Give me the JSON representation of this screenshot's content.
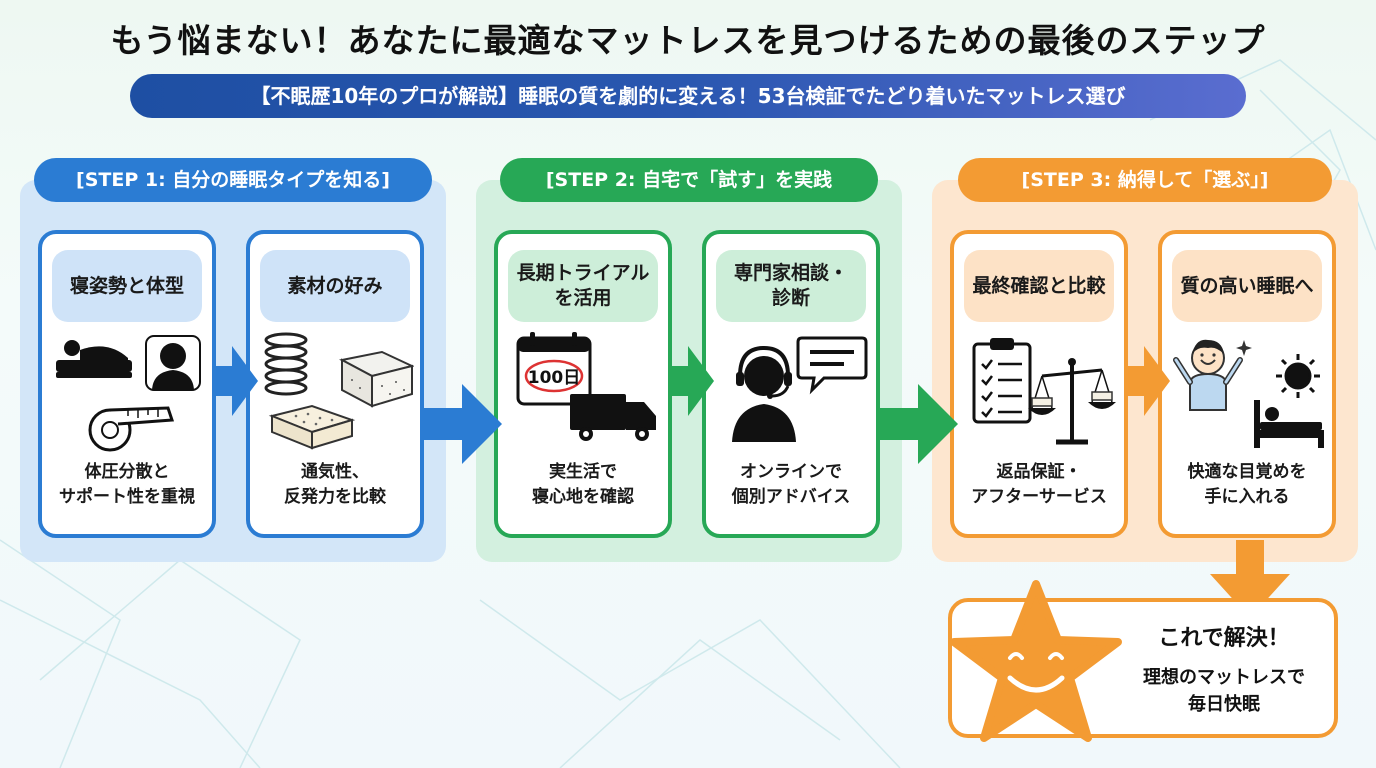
{
  "title": "もう悩まない！あなたに最適なマットレスを見つけるための最後のステップ",
  "subtitle": "【不眠歴10年のプロが解説】睡眠の質を劇的に変える！53台検証でたどり着いたマットレス選び",
  "steps": [
    {
      "label": "[STEP 1: 自分の睡眠タイプを知る]",
      "cards": [
        {
          "head1": "寝姿勢と体型",
          "head2": "",
          "desc1": "体圧分散と",
          "desc2": "サポート性を重視",
          "icons": [
            "sleeping-person-icon",
            "head-silhouette-icon",
            "tape-measure-icon"
          ]
        },
        {
          "head1": "素材の好み",
          "head2": "",
          "desc1": "通気性、",
          "desc2": "反発力を比較",
          "icons": [
            "spring-coil-icon",
            "foam-block-icon",
            "latex-block-icon"
          ]
        }
      ]
    },
    {
      "label": "[STEP 2: 自宅で「試す」を実践",
      "cards": [
        {
          "head1": "長期トライアル",
          "head2": "を活用",
          "desc1": "実生活で",
          "desc2": "寝心地を確認",
          "calendar_text": "100日",
          "icons": [
            "calendar-icon",
            "delivery-truck-icon"
          ]
        },
        {
          "head1": "専門家相談・",
          "head2": "診断",
          "desc1": "オンラインで",
          "desc2": "個別アドバイス",
          "icons": [
            "headset-operator-icon",
            "chat-bubble-icon"
          ]
        }
      ]
    },
    {
      "label": "[STEP 3: 納得して「選ぶ」]",
      "cards": [
        {
          "head1": "最終確認と比較",
          "head2": "",
          "desc1": "返品保証・",
          "desc2": "アフターサービス",
          "icons": [
            "checklist-clipboard-icon",
            "balance-scale-icon"
          ]
        },
        {
          "head1": "質の高い睡眠へ",
          "head2": "",
          "desc1": "快適な目覚めを",
          "desc2": "手に入れる",
          "icons": [
            "happy-person-icon",
            "sun-icon",
            "bed-icon"
          ]
        }
      ]
    }
  ],
  "final": {
    "line1": "これで解決！",
    "line2": "理想のマットレスで",
    "line3": "毎日快眠",
    "icon": "smiling-star-icon"
  },
  "colors": {
    "step1": "#2b7cd3",
    "step2": "#27a856",
    "step3": "#f39b33",
    "subtitle_bar": "#1e4fa3"
  }
}
